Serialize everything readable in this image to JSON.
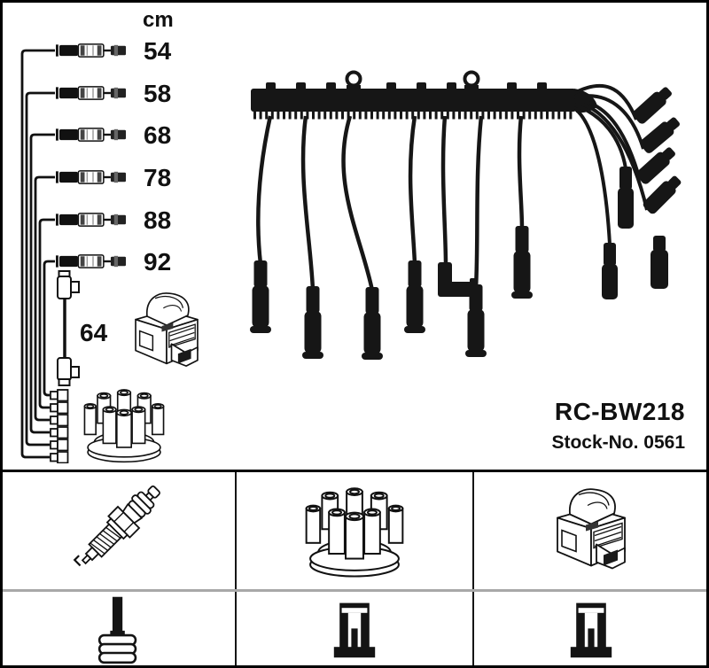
{
  "part": {
    "code": "RC-BW218",
    "stock_no": "Stock-No. 0561"
  },
  "diagram": {
    "unit_label": "cm",
    "cable_lengths": [
      "54",
      "58",
      "68",
      "78",
      "88",
      "92"
    ],
    "coil_wire_length": "64",
    "drawings": [
      "ignition-coil",
      "distributor-cap",
      "cable-bundle-terminals"
    ]
  },
  "photo": {
    "subject": "ignition-cable-set-with-rail"
  },
  "legend": {
    "top_row": [
      "spark-plug",
      "distributor-cap",
      "ignition-coil"
    ],
    "bottom_row": [
      "ribbed-terminal",
      "socket-terminal",
      "socket-terminal"
    ]
  },
  "colors": {
    "ink": "#111111",
    "photo_black": "#161616",
    "divider_gray": "#a8a8a8",
    "background": "#ffffff"
  }
}
